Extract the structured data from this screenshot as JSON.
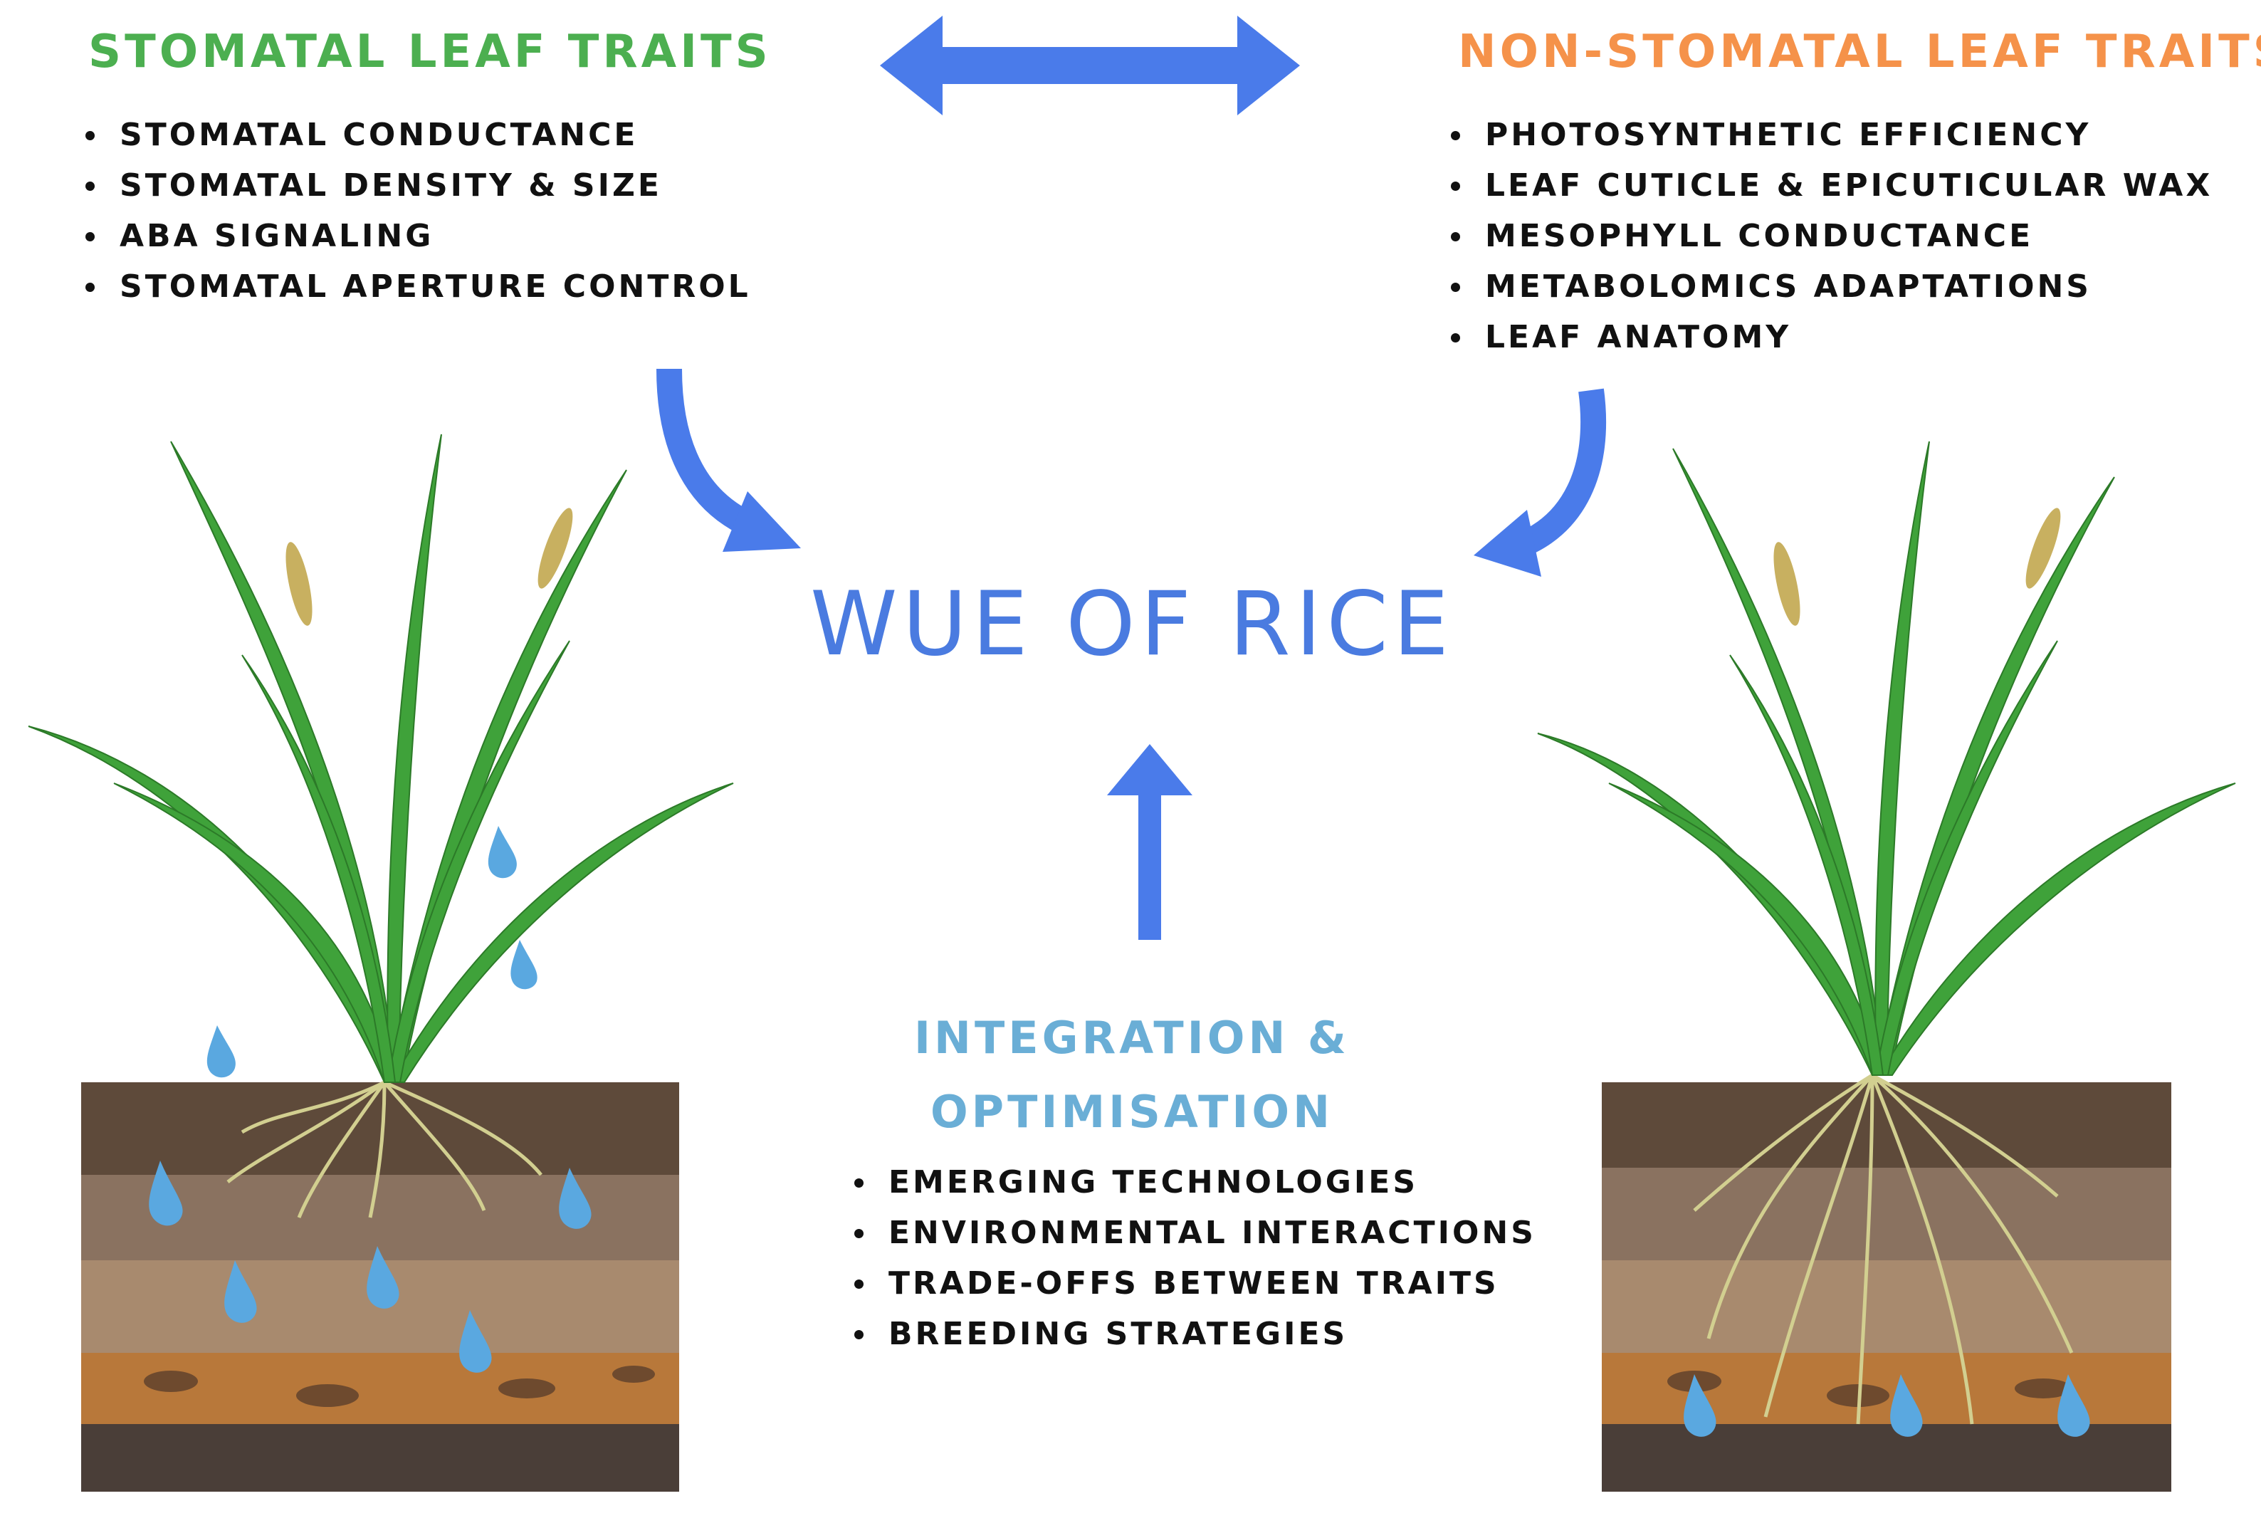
{
  "center": {
    "title": "WUE OF RICE"
  },
  "stomatal": {
    "title": "STOMATAL LEAF TRAITS",
    "items": [
      "STOMATAL CONDUCTANCE",
      "STOMATAL DENSITY & SIZE",
      "ABA SIGNALING",
      "STOMATAL APERTURE CONTROL"
    ]
  },
  "non_stomatal": {
    "title": "NON-STOMATAL LEAF TRAITS",
    "items": [
      "PHOTOSYNTHETIC EFFICIENCY",
      "LEAF CUTICLE & EPICUTICULAR WAX",
      "MESOPHYLL CONDUCTANCE",
      "METABOLOMICS ADAPTATIONS",
      "LEAF ANATOMY"
    ]
  },
  "integration": {
    "title_line1": "INTEGRATION &",
    "title_line2": "OPTIMISATION",
    "items": [
      "EMERGING TECHNOLOGIES",
      "ENVIRONMENTAL INTERACTIONS",
      "TRADE-OFFS BETWEEN TRAITS",
      "BREEDING STRATEGIES"
    ]
  },
  "colors": {
    "stomatal_title": "#4caf50",
    "non_stomatal_title": "#f5924a",
    "integration_title": "#6aaed6",
    "center_title": "#4a7be0",
    "arrow": "#4a7bea",
    "leaf": "#3fa23a",
    "soil_top": "#5e4a3a",
    "soil_mid": "#a88a6e",
    "soil_orange": "#b8783a",
    "water": "#5aa8e0"
  },
  "icons": {
    "left_illustration": "rice-plant-wet-soil",
    "right_illustration": "rice-plant-dry-soil"
  }
}
